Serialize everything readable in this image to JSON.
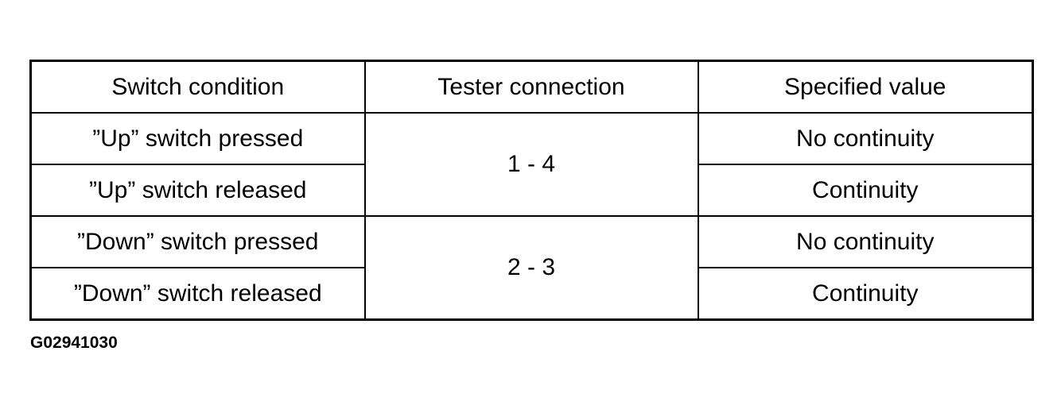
{
  "table": {
    "headers": [
      "Switch condition",
      "Tester connection",
      "Specified value"
    ],
    "groups": [
      {
        "connection": "1 - 4",
        "rows": [
          {
            "condition": "”Up” switch pressed",
            "value": "No continuity"
          },
          {
            "condition": "”Up” switch released",
            "value": "Continuity"
          }
        ]
      },
      {
        "connection": "2 - 3",
        "rows": [
          {
            "condition": "”Down” switch pressed",
            "value": "No continuity"
          },
          {
            "condition": "”Down” switch released",
            "value": "Continuity"
          }
        ]
      }
    ]
  },
  "figure_code": "G02941030"
}
